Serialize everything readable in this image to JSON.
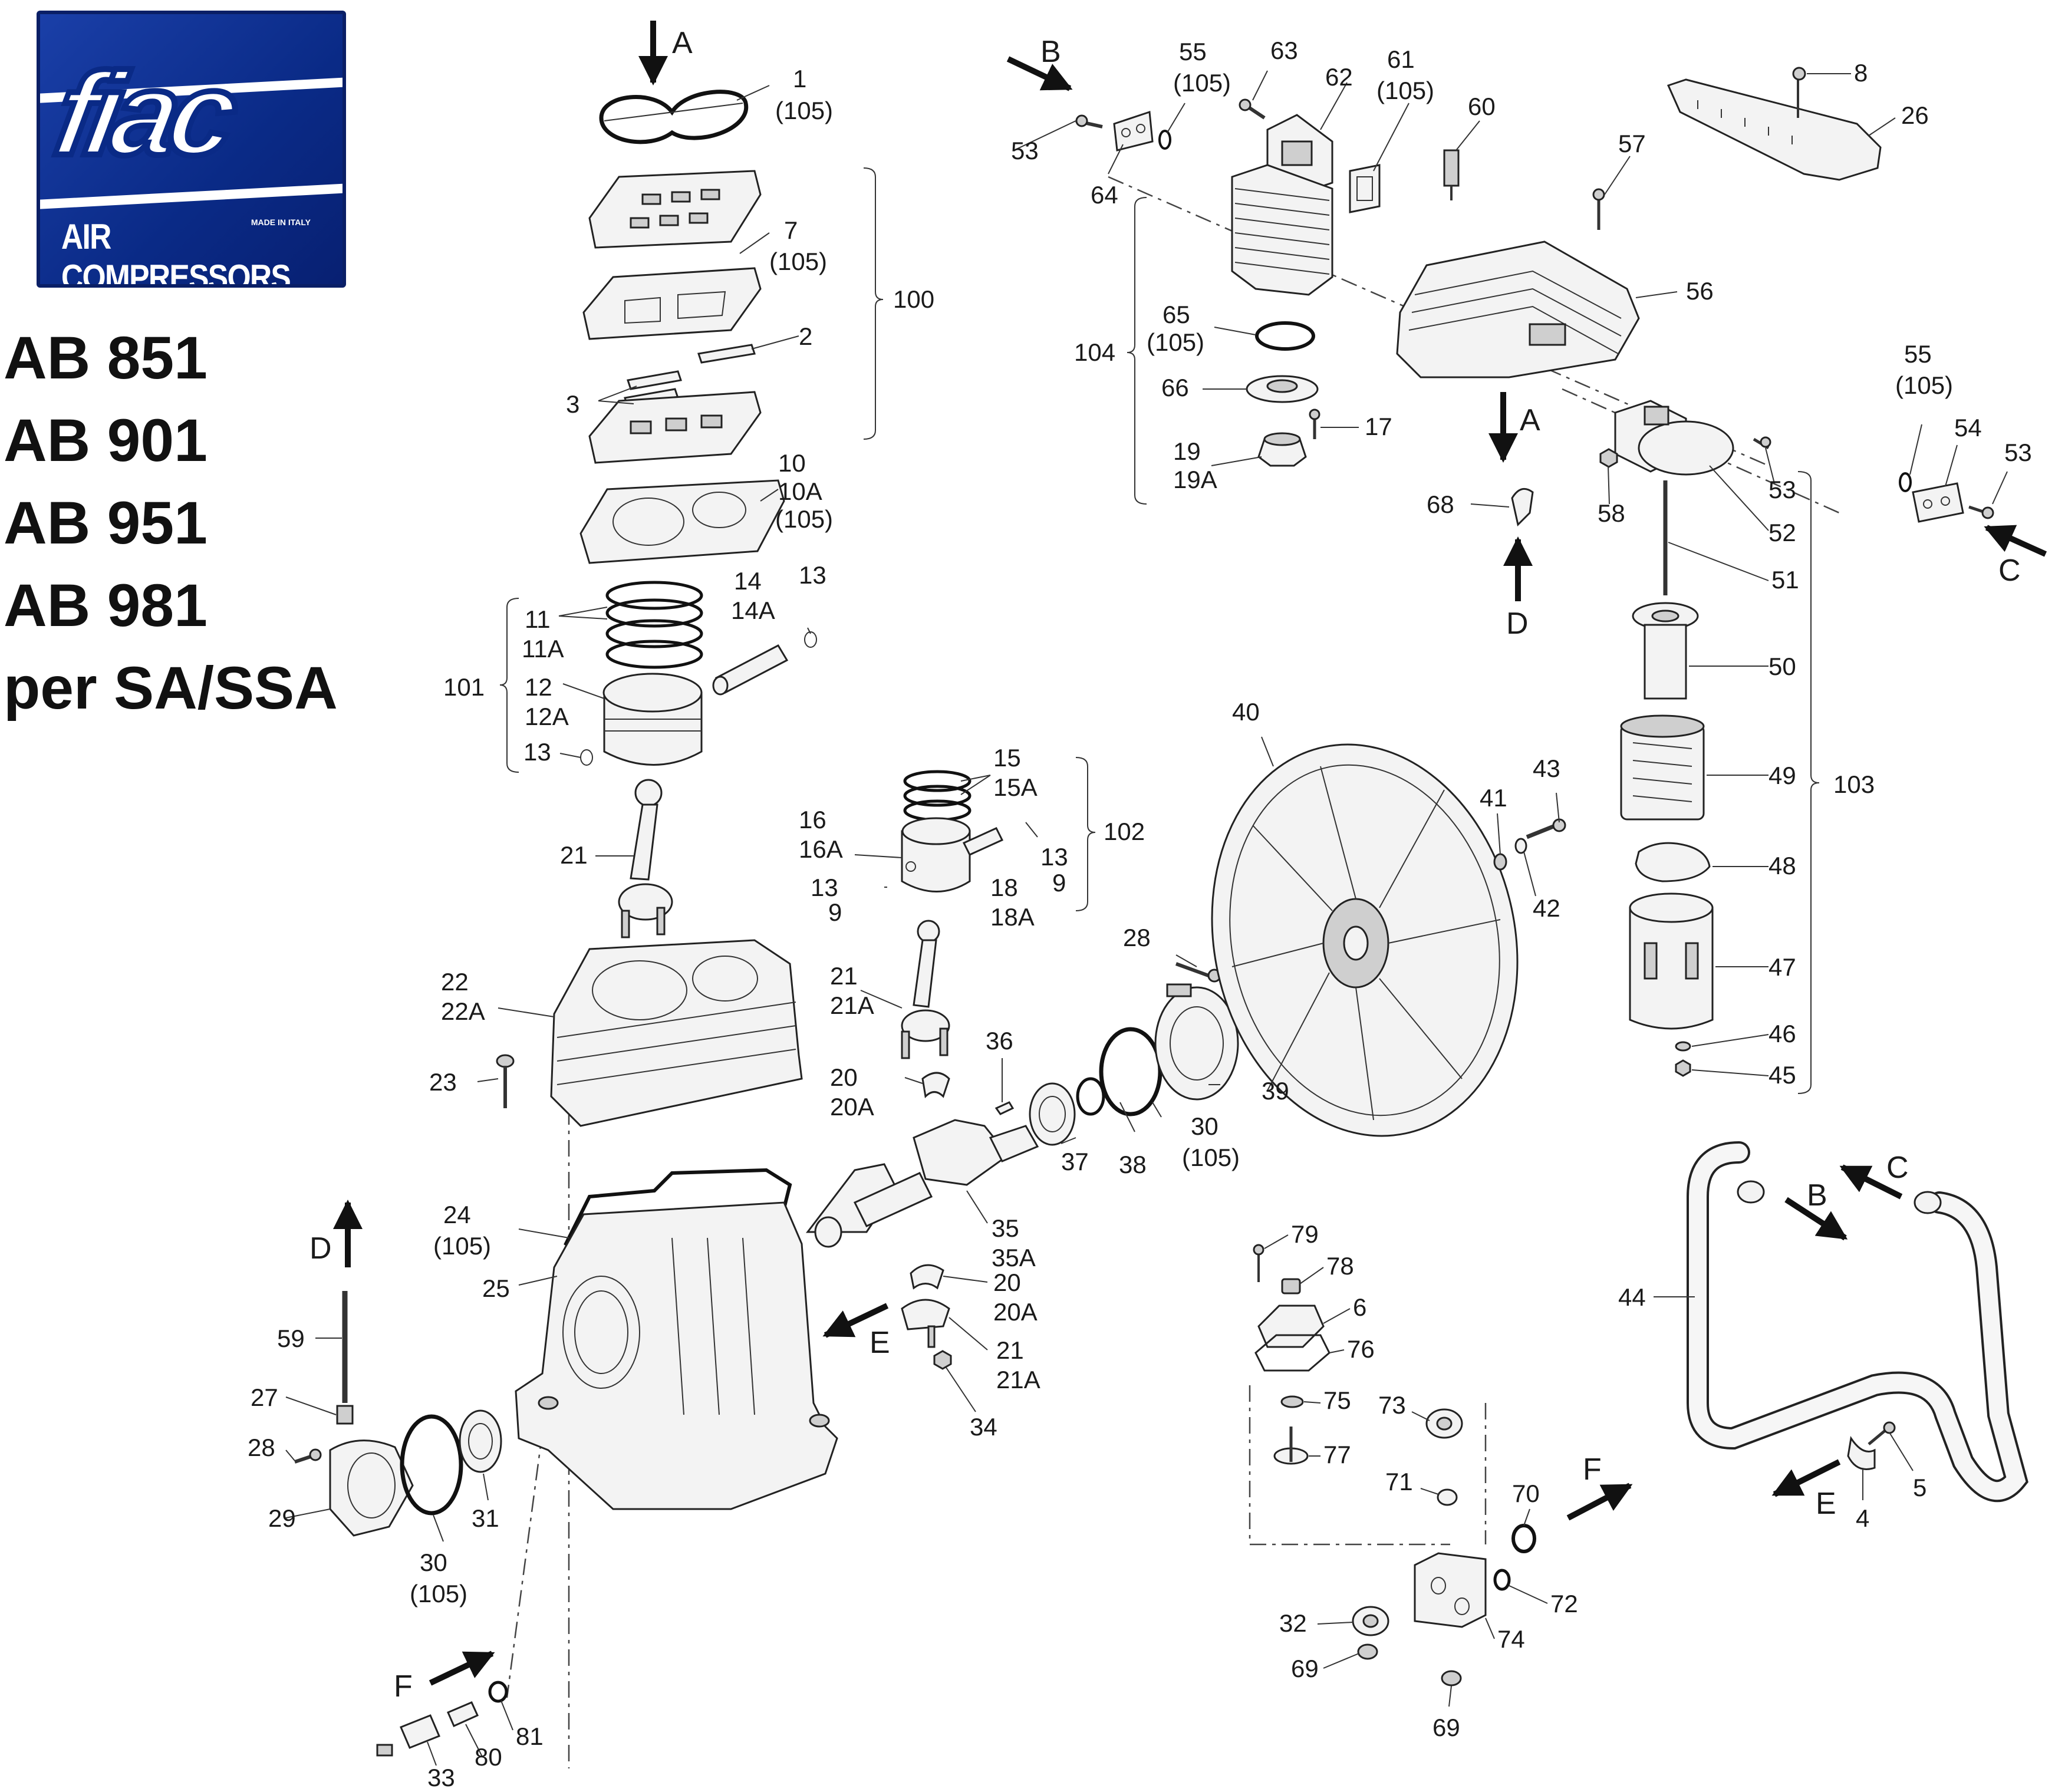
{
  "logo": {
    "wordmark": "fiac",
    "made_in": "MADE IN ITALY",
    "tagline": "AIR COMPRESSORS"
  },
  "models": [
    "AB 851",
    "AB 901",
    "AB 951",
    "AB 981",
    "per SA/SSA"
  ],
  "callouts": {
    "l1": "1",
    "l1b": "(105)",
    "l7": "7",
    "l7b": "(105)",
    "l2": "2",
    "l3": "3",
    "l100": "100",
    "l10": "10",
    "l10a": "10A",
    "l10b": "(105)",
    "l11": "11",
    "l11a": "11A",
    "l14": "14",
    "l14a": "14A",
    "l13a": "13",
    "l101": "101",
    "l12": "12",
    "l12a": "12A",
    "l13b": "13",
    "l21a": "21",
    "l15": "15",
    "l15a": "15A",
    "l16": "16",
    "l16a": "16A",
    "l102": "102",
    "l13c": "13",
    "l9a": "9",
    "l13d": "13",
    "l9b": "9",
    "l18": "18",
    "l18a": "18A",
    "l21b": "21",
    "l21ba": "21A",
    "l22": "22",
    "l22a": "22A",
    "l23": "23",
    "l20": "20",
    "l20a": "20A",
    "l36": "36",
    "l37": "37",
    "l38": "38",
    "l30a": "30",
    "l30ab": "(105)",
    "l39": "39",
    "l28a": "28",
    "l40": "40",
    "l41": "41",
    "l43": "43",
    "l42": "42",
    "l24": "24",
    "l24b": "(105)",
    "l25": "25",
    "l35": "35",
    "l35a": "35A",
    "l20b": "20",
    "l20ba": "20A",
    "l21c": "21",
    "l21ca": "21A",
    "l34": "34",
    "l59": "59",
    "l27": "27",
    "l28b": "28",
    "l29": "29",
    "l30b": "30",
    "l30bb": "(105)",
    "l31": "31",
    "l33": "33",
    "l80": "80",
    "l81": "81",
    "l53a": "53",
    "l64": "64",
    "l55a": "55",
    "l55ab": "(105)",
    "l63": "63",
    "l62": "62",
    "l61": "61",
    "l61b": "(105)",
    "l60": "60",
    "l104": "104",
    "l65": "65",
    "l65b": "(105)",
    "l66": "66",
    "l17": "17",
    "l19": "19",
    "l19a": "19A",
    "l8": "8",
    "l26": "26",
    "l57": "57",
    "l56": "56",
    "l55b": "55",
    "l55bb": "(105)",
    "l54": "54",
    "l53b": "53",
    "l53c": "53",
    "l52": "52",
    "l58": "58",
    "l68": "68",
    "l51": "51",
    "l50": "50",
    "l49": "49",
    "l103": "103",
    "l48": "48",
    "l47": "47",
    "l46": "46",
    "l45": "45",
    "l79": "79",
    "l78": "78",
    "l6": "6",
    "l76": "76",
    "l75": "75",
    "l77": "77",
    "l73": "73",
    "l71": "71",
    "l70": "70",
    "l72": "72",
    "l32": "32",
    "l74": "74",
    "l69a": "69",
    "l69b": "69",
    "l44": "44",
    "l5": "5",
    "l4": "4"
  },
  "arrow_letters": {
    "a_top": "A",
    "a_mid": "A",
    "b_top": "B",
    "b_pipe": "B",
    "c_right": "C",
    "c_pipe": "C",
    "d_top": "D",
    "d_left": "D",
    "e_mid": "E",
    "e_pipe": "E",
    "f_left": "F",
    "f_right": "F"
  }
}
